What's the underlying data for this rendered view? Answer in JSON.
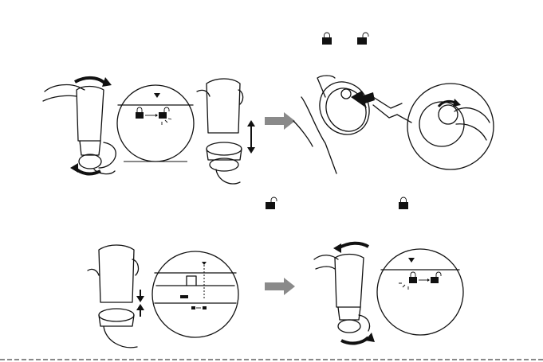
{
  "page": {
    "background": "#ffffff",
    "ink_color": "#111111",
    "arrow_color": "#8a8a8a"
  },
  "legend_top": {
    "icons": [
      "lock-closed-icon",
      "lock-open-icon"
    ]
  },
  "legend_middle": {
    "icons": [
      "lock-open-icon",
      "lock-closed-icon"
    ]
  },
  "steps": [
    {
      "name": "twist-to-unlock",
      "icons": [
        "triangle-marker-icon",
        "lock-closed-icon",
        "double-arrow-icon",
        "lock-open-icon",
        "rotate-arrow-icon"
      ]
    },
    {
      "name": "separate-parts",
      "icons": [
        "up-arrow-icon",
        "down-arrow-icon"
      ]
    },
    {
      "name": "insert-cable",
      "icons": [
        "push-arrow-icon",
        "rotate-arrow-icon"
      ]
    },
    {
      "name": "rejoin-parts",
      "icons": [
        "down-arrow-icon",
        "up-arrow-icon",
        "alignment-marker-icon"
      ]
    },
    {
      "name": "twist-to-lock",
      "icons": [
        "triangle-marker-icon",
        "lock-closed-icon",
        "double-arrow-icon",
        "lock-open-icon",
        "rotate-arrow-icon"
      ]
    }
  ]
}
